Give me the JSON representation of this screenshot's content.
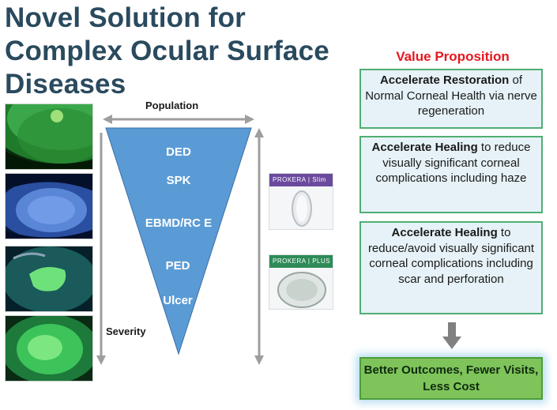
{
  "title": "Novel Solution for Complex Ocular Surface Diseases",
  "value_proposition": {
    "heading": "Value Proposition",
    "boxes": [
      {
        "bold": "Accelerate Restoration",
        "rest": " of Normal Corneal Health via nerve regeneration"
      },
      {
        "bold": "Accelerate Healing",
        "rest": " to reduce visually significant corneal complications including haze"
      },
      {
        "bold": "Accelerate Healing",
        "rest": " to reduce/avoid visually significant corneal complications including scar and perforation"
      }
    ],
    "outcome": "Better Outcomes, Fewer Visits, Less Cost"
  },
  "diagram": {
    "population_label": "Population",
    "severity_label": "Severity",
    "levels": [
      "DED",
      "SPK",
      "EBMD/RC E",
      "PED",
      "Ulcer"
    ]
  },
  "products": [
    {
      "brand": "PROKERA",
      "variant": "Slim"
    },
    {
      "brand": "PROKERA",
      "variant": "PLUS"
    }
  ],
  "colors": {
    "title": "#2a4a5e",
    "value_heading": "#e5171f",
    "triangle": "#5b9bd5",
    "box_border": "#4fae73",
    "outcome_fill": "#7fc45a",
    "arrow_gray": "#9e9e9e"
  }
}
